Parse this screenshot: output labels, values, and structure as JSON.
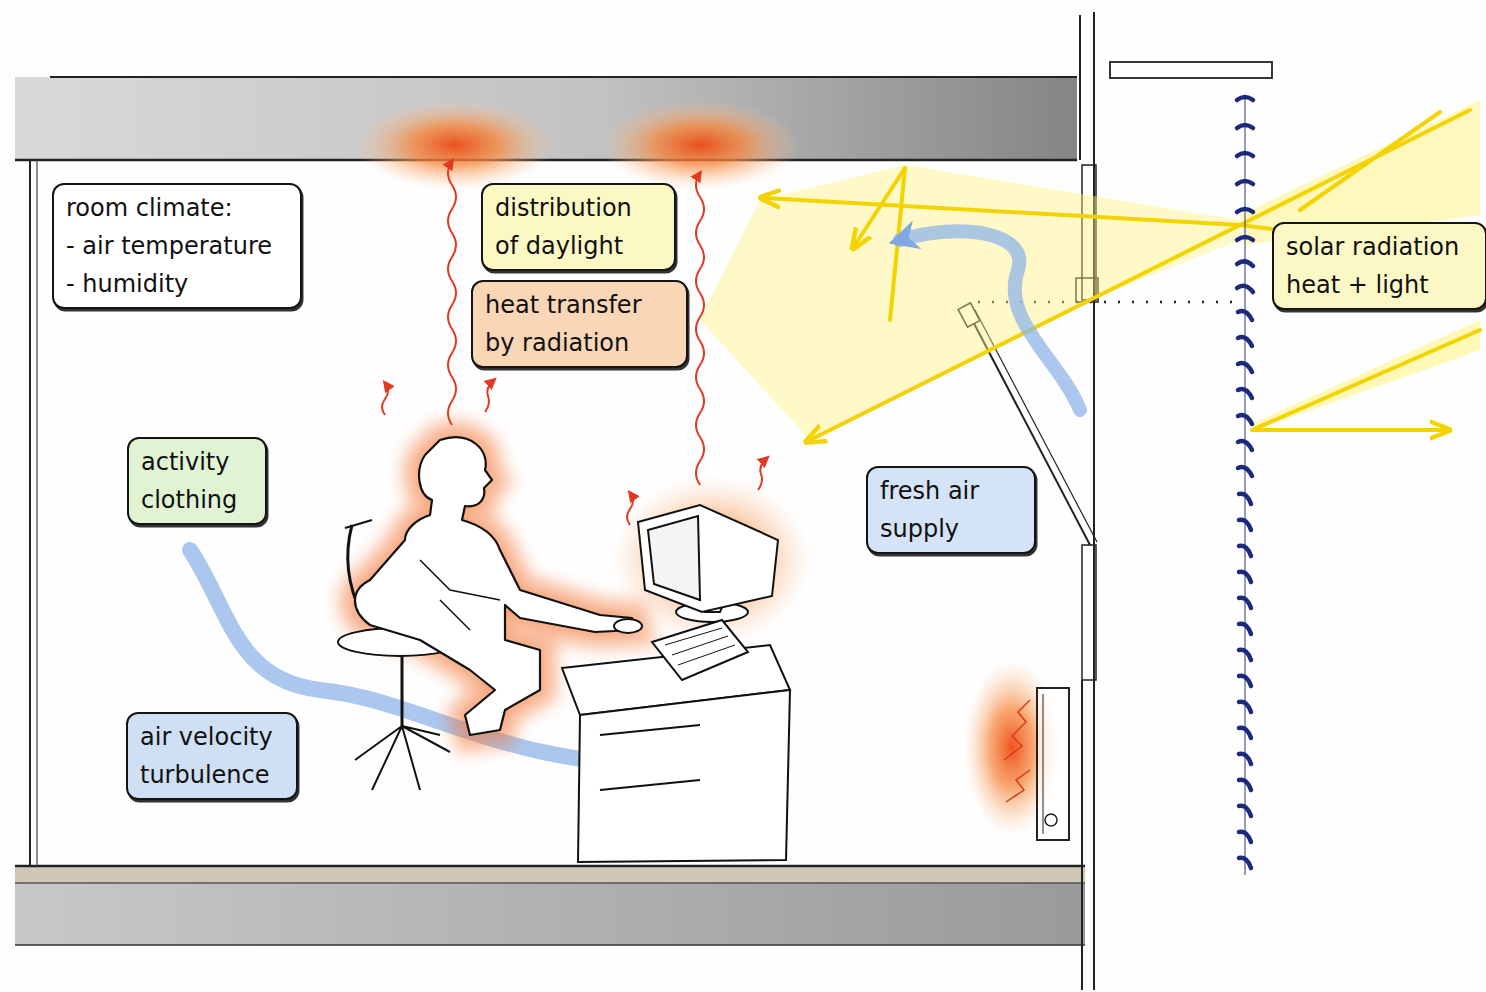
{
  "diagram": {
    "nodes": [
      {
        "text": [
          "room climate:",
          "- air temperature",
          "- humidity"
        ]
      },
      {
        "text": [
          "distribution of daylight"
        ]
      },
      {
        "text": [
          "solar radiation heat + light"
        ]
      },
      {
        "text": [
          "heat transfer by radiation"
        ]
      },
      {
        "text": [
          "activity clothing"
        ]
      },
      {
        "text": [
          "fresh air supply"
        ]
      },
      {
        "text": [
          "air velocity turbulence"
        ]
      }
    ]
  }
}
